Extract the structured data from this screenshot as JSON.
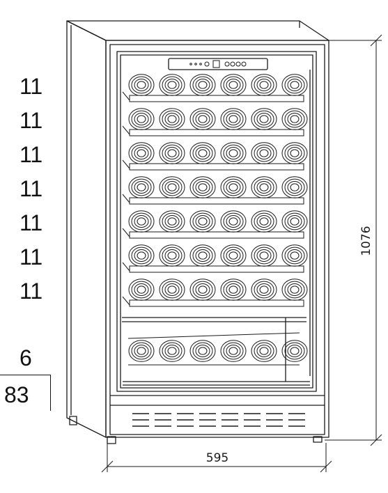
{
  "shelf_capacities": [
    "11",
    "11",
    "11",
    "11",
    "11",
    "11",
    "11"
  ],
  "bottom_capacity": "6",
  "total_capacity": "83",
  "dimensions": {
    "width": "595",
    "height": "1076"
  },
  "bottle_rows": 7,
  "bottles_per_row": 6,
  "colors": {
    "line": "#1a1a1a",
    "background": "#ffffff"
  }
}
